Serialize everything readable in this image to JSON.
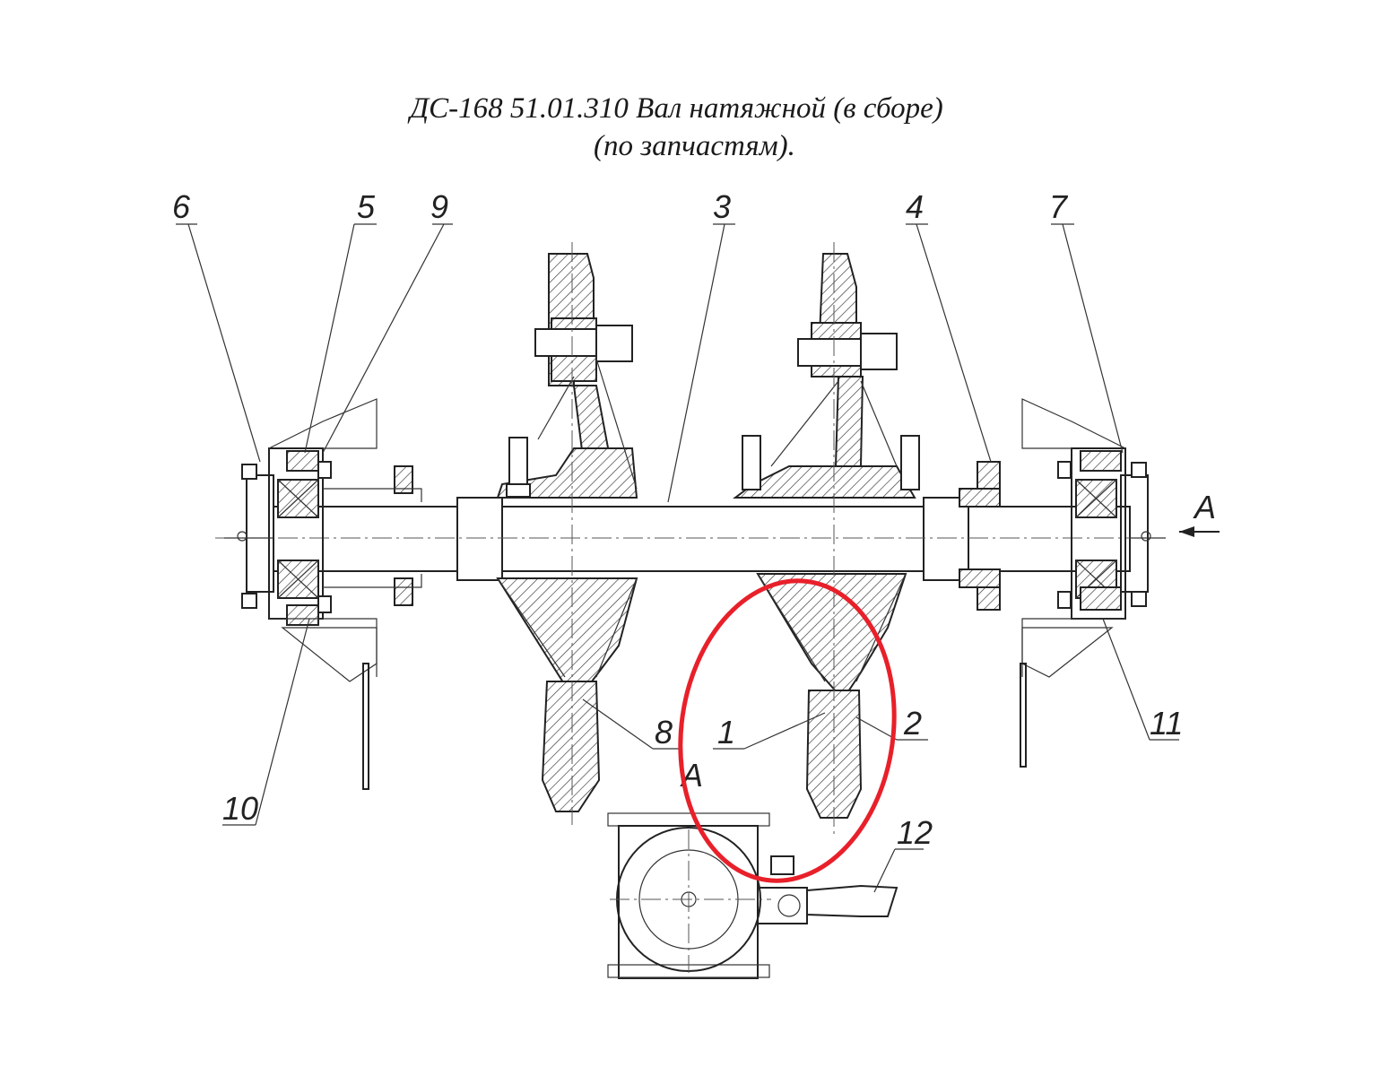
{
  "title": {
    "line1": "ДС-168 51.01.310 Вал натяжной (в сборе)",
    "line2": "(по запчастям)."
  },
  "callouts": [
    {
      "id": "6",
      "text": "6"
    },
    {
      "id": "5",
      "text": "5"
    },
    {
      "id": "9",
      "text": "9"
    },
    {
      "id": "3",
      "text": "3"
    },
    {
      "id": "4",
      "text": "4"
    },
    {
      "id": "7",
      "text": "7"
    },
    {
      "id": "8",
      "text": "8"
    },
    {
      "id": "1",
      "text": "1"
    },
    {
      "id": "2",
      "text": "2"
    },
    {
      "id": "11",
      "text": "11"
    },
    {
      "id": "10",
      "text": "10"
    },
    {
      "id": "12",
      "text": "12"
    }
  ],
  "view_marker": "A",
  "view_label": "A",
  "highlight_color": "#e8202a"
}
